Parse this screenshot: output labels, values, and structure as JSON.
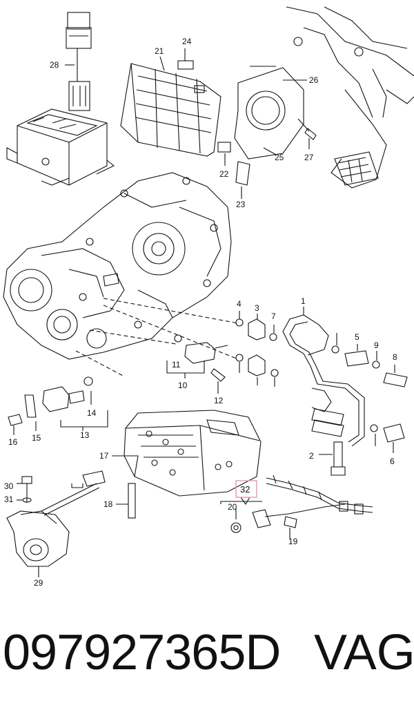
{
  "diagram": {
    "callouts": [
      "1",
      "2",
      "3",
      "4",
      "5",
      "6",
      "7",
      "8",
      "9",
      "10",
      "11",
      "12",
      "13",
      "14",
      "15",
      "16",
      "17",
      "18",
      "19",
      "20",
      "21",
      "22",
      "23",
      "24",
      "25",
      "26",
      "27",
      "28",
      "29",
      "30",
      "31",
      "32"
    ],
    "highlighted_callout": "32",
    "highlight_color": "#e8a0a8"
  },
  "caption": {
    "part_number": "097927365D",
    "brand": "VAG"
  }
}
